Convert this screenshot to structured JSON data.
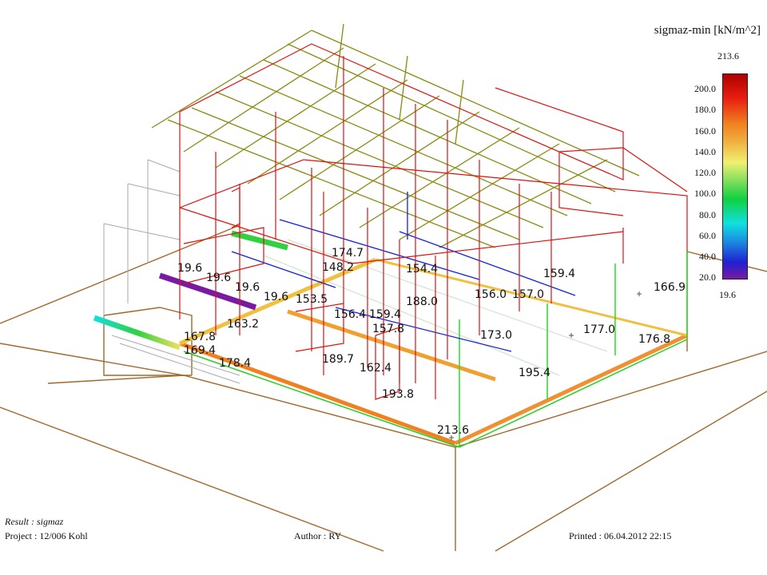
{
  "legend": {
    "title": "sigmaz-min [kN/m^2]",
    "max": "213.6",
    "min": "19.6",
    "ticks": [
      "200.0",
      "180.0",
      "160.0",
      "140.0",
      "120.0",
      "100.0",
      "80.0",
      "60.0",
      "40.0",
      "20.0"
    ],
    "colors": {
      "low": "#7a1aa0",
      "mid": "#10d040",
      "high": "#b00000"
    }
  },
  "labels": [
    "19.6",
    "19.6",
    "19.6",
    "19.6",
    "174.7",
    "148.2",
    "154.4",
    "153.5",
    "156.4",
    "159.4",
    "157.8",
    "188.0",
    "163.2",
    "167.8",
    "169.4",
    "178.4",
    "189.7",
    "162.4",
    "193.8",
    "156.0",
    "157.0",
    "159.4",
    "166.9",
    "173.0",
    "177.0",
    "176.8",
    "195.4",
    "213.6"
  ],
  "footer": {
    "result": "Result : sigmaz",
    "project": "Project : 12/006 Kohl",
    "author": "Author : RY",
    "printed": "Printed : 06.04.2012  22:15"
  }
}
